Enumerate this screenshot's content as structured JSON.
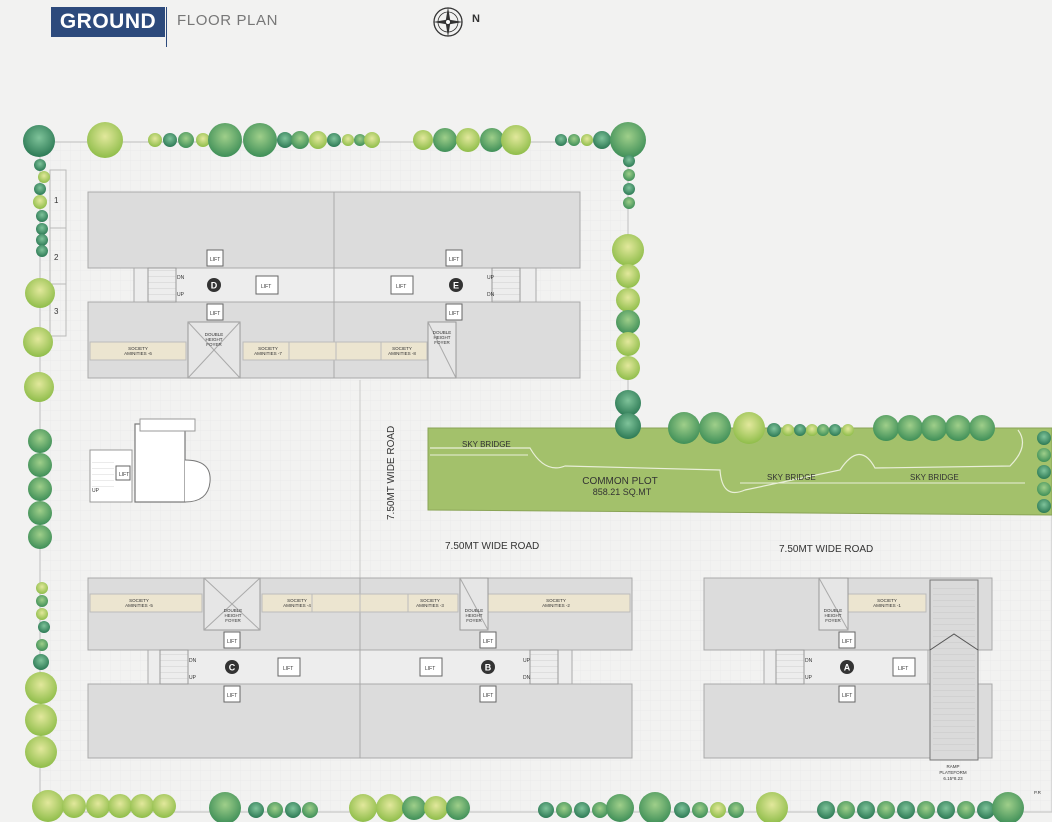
{
  "title": {
    "main": "GROUND",
    "sub": "FLOOR PLAN",
    "north": "N"
  },
  "icons": {
    "compass": "compass-rose-icon",
    "tree": "tree-icon"
  },
  "colors": {
    "header": "#2d4a7c",
    "common_plot": "#a3c16b",
    "amenity": "#ece5d0",
    "building": "#dcdcdc"
  },
  "blocks": {
    "a": "A",
    "b": "B",
    "c": "C",
    "d": "D",
    "e": "E"
  },
  "lift": "LIFT",
  "stair": {
    "up": "UP",
    "dn": "DN"
  },
  "foyer": [
    "DOUBLE",
    "HEIGHT",
    "FOYER"
  ],
  "amenities": {
    "a1": [
      "SOCIETY",
      "AMINITIES -1"
    ],
    "a2": [
      "SOCIETY",
      "AMINITIES -2"
    ],
    "a3": [
      "SOCIETY",
      "AMINITIES -3"
    ],
    "a4": [
      "SOCIETY",
      "AMINITIES -4"
    ],
    "a5": [
      "SOCIETY",
      "AMINITIES -5"
    ],
    "a6": [
      "SOCIETY",
      "AMINITIES -6"
    ],
    "a7": [
      "SOCIETY",
      "AMINITIES -7"
    ],
    "a8": [
      "SOCIETY",
      "AMINITIES -8"
    ]
  },
  "roads": {
    "vertical": "7.50MT WIDE ROAD",
    "mid": "7.50MT WIDE  ROAD",
    "right": "7.50MT WIDE  ROAD"
  },
  "common_plot": {
    "name": "COMMON PLOT",
    "area": "858.21 SQ.MT"
  },
  "sky_bridge": "SKY BRIDGE",
  "parking": [
    "1",
    "2",
    "3"
  ],
  "ramp": [
    "RAMP",
    "PLATEFORM",
    "6.15*8.23"
  ],
  "corner_mark": "P.R"
}
